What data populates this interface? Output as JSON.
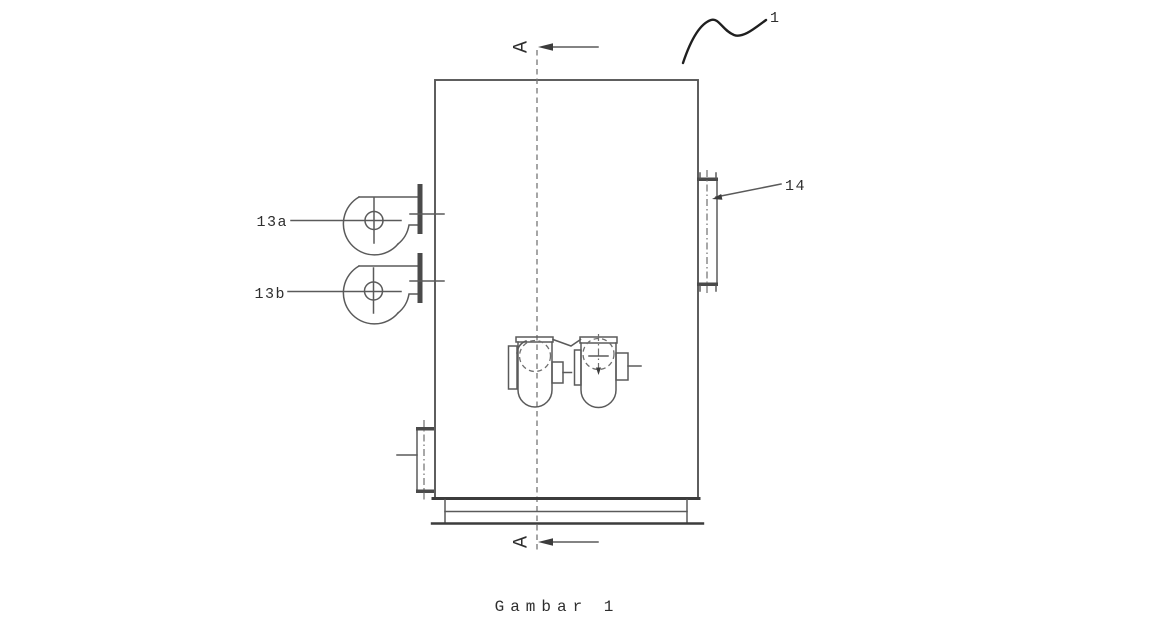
{
  "figure": {
    "caption": "Gambar 1",
    "labels": {
      "assembly": "1",
      "blower_top": "13a",
      "blower_bottom": "13b",
      "side_bracket": "14",
      "section_top": "A",
      "section_bottom": "A"
    },
    "colors": {
      "background": "#ffffff",
      "line": "#5a5a5a",
      "heavy_line": "#3c3c3c",
      "dashed_line": "#757575",
      "flange_fill": "#4a4a4a",
      "freehand_curve": "#1f1f1f",
      "text": "#2e2e2e"
    }
  }
}
